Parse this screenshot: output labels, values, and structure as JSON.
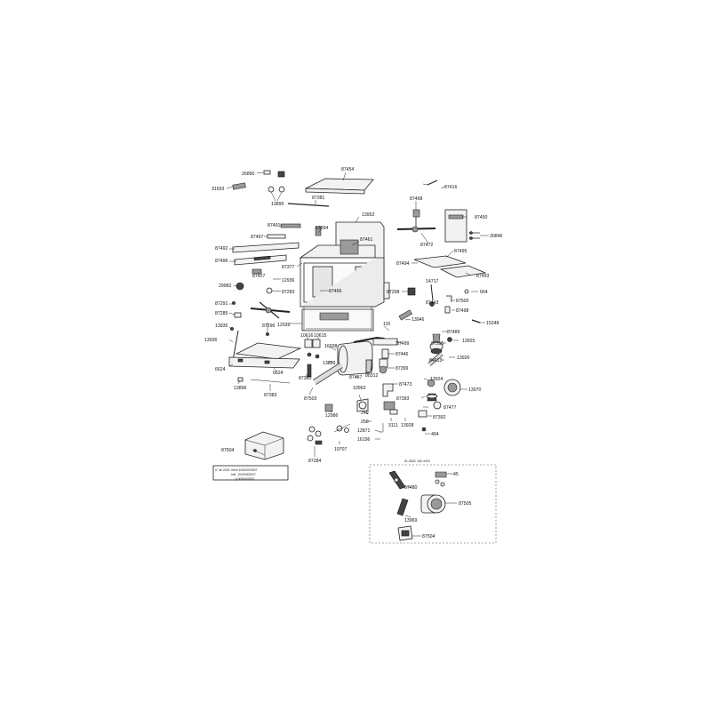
{
  "labels": {
    "p26890": "26890",
    "p31693": "31693",
    "p13895": "13895",
    "p87454": "87454",
    "p87381": "87381",
    "p87416": "87416",
    "p87468": "87468",
    "p87450": "87450",
    "p13952": "13952",
    "p87491": "87491",
    "p13894": "13894",
    "p87461": "87461",
    "p87472": "87472",
    "p30846": "30846",
    "p87497": "87497",
    "p87492": "87492",
    "p87495": "87495",
    "p87496": "87496",
    "p87377": "87377",
    "p87494": "87494",
    "p87493": "87493",
    "p87427": "87427",
    "p12936": "12936",
    "p29982": "29982",
    "p87283": "87283",
    "p87466": "87466",
    "p87298": "87298",
    "p14717": "14717",
    "p664a": "664",
    "p87291": "87291",
    "p87443": "87443",
    "p87500": "87500",
    "p87285": "87285",
    "p87498": "87498",
    "p13935": "13935",
    "p87296": "87296",
    "p12039": "12039",
    "p15248": "15248",
    "p13946": "13946",
    "p115": "115",
    "p10616": "10616",
    "p10615": "10615",
    "p87489": "87489",
    "p13936": "13936",
    "p16938": "16938",
    "p87499": "87499",
    "p87395": "87395",
    "p13925": "13925",
    "p6624a": "6624",
    "p6624b": "6624",
    "p13899": "13899",
    "p87446": "87446",
    "p84613": "84613",
    "p13926": "13926",
    "p87399": "87399",
    "p88312": "88312",
    "p87380": "87380",
    "p87457": "87457",
    "p13924": "13924",
    "p87473": "87473",
    "p13970": "13970",
    "p13896": "13896",
    "p87383": "87383",
    "p87503": "87503",
    "p10963": "10963",
    "p87393": "87393",
    "p87477": "87477",
    "p249": "249",
    "p250": "250",
    "p12986": "12986",
    "p87392": "87392",
    "p3111": "3111",
    "p13928": "13928",
    "p12871": "12871",
    "p16196": "16196",
    "p464": "464",
    "p87504a": "87504",
    "p19707": "19707",
    "p87284": "87284",
    "p87480": "87480",
    "p45": "45",
    "p87505": "87505",
    "p13969": "13969",
    "p87504b": "87504"
  },
  "inset_title": "SL-850C 430-440V",
  "nameplate": {
    "line1": "n° de 2018 .Itesh  10000000007",
    "line2": "Inkl.  10000000007",
    "line3": "j   10000000007"
  }
}
